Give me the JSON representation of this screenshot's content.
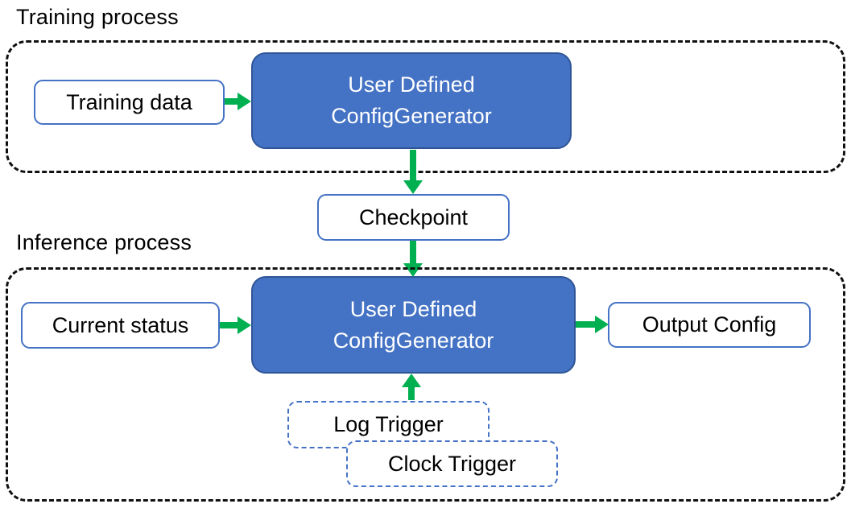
{
  "colors": {
    "node_blue": "#4472C4",
    "node_blue_border": "#2F5597",
    "outline_blue": "#4472C4",
    "trigger_dash_blue": "#4472C4",
    "arrow_green": "#00B050",
    "container_dash": "#111111",
    "text_dark": "#000000",
    "text_light": "#FFFFFF",
    "canvas_bg": "#FFFFFF"
  },
  "training": {
    "label": "Training process",
    "input_box": "Training data",
    "generator": {
      "line1": "User Defined",
      "line2": "ConfigGenerator"
    }
  },
  "checkpoint": {
    "label": "Checkpoint"
  },
  "inference": {
    "label": "Inference process",
    "input_box": "Current status",
    "generator": {
      "line1": "User Defined",
      "line2": "ConfigGenerator"
    },
    "output_box": "Output Config",
    "triggers": {
      "log": "Log Trigger",
      "clock": "Clock Trigger"
    }
  }
}
